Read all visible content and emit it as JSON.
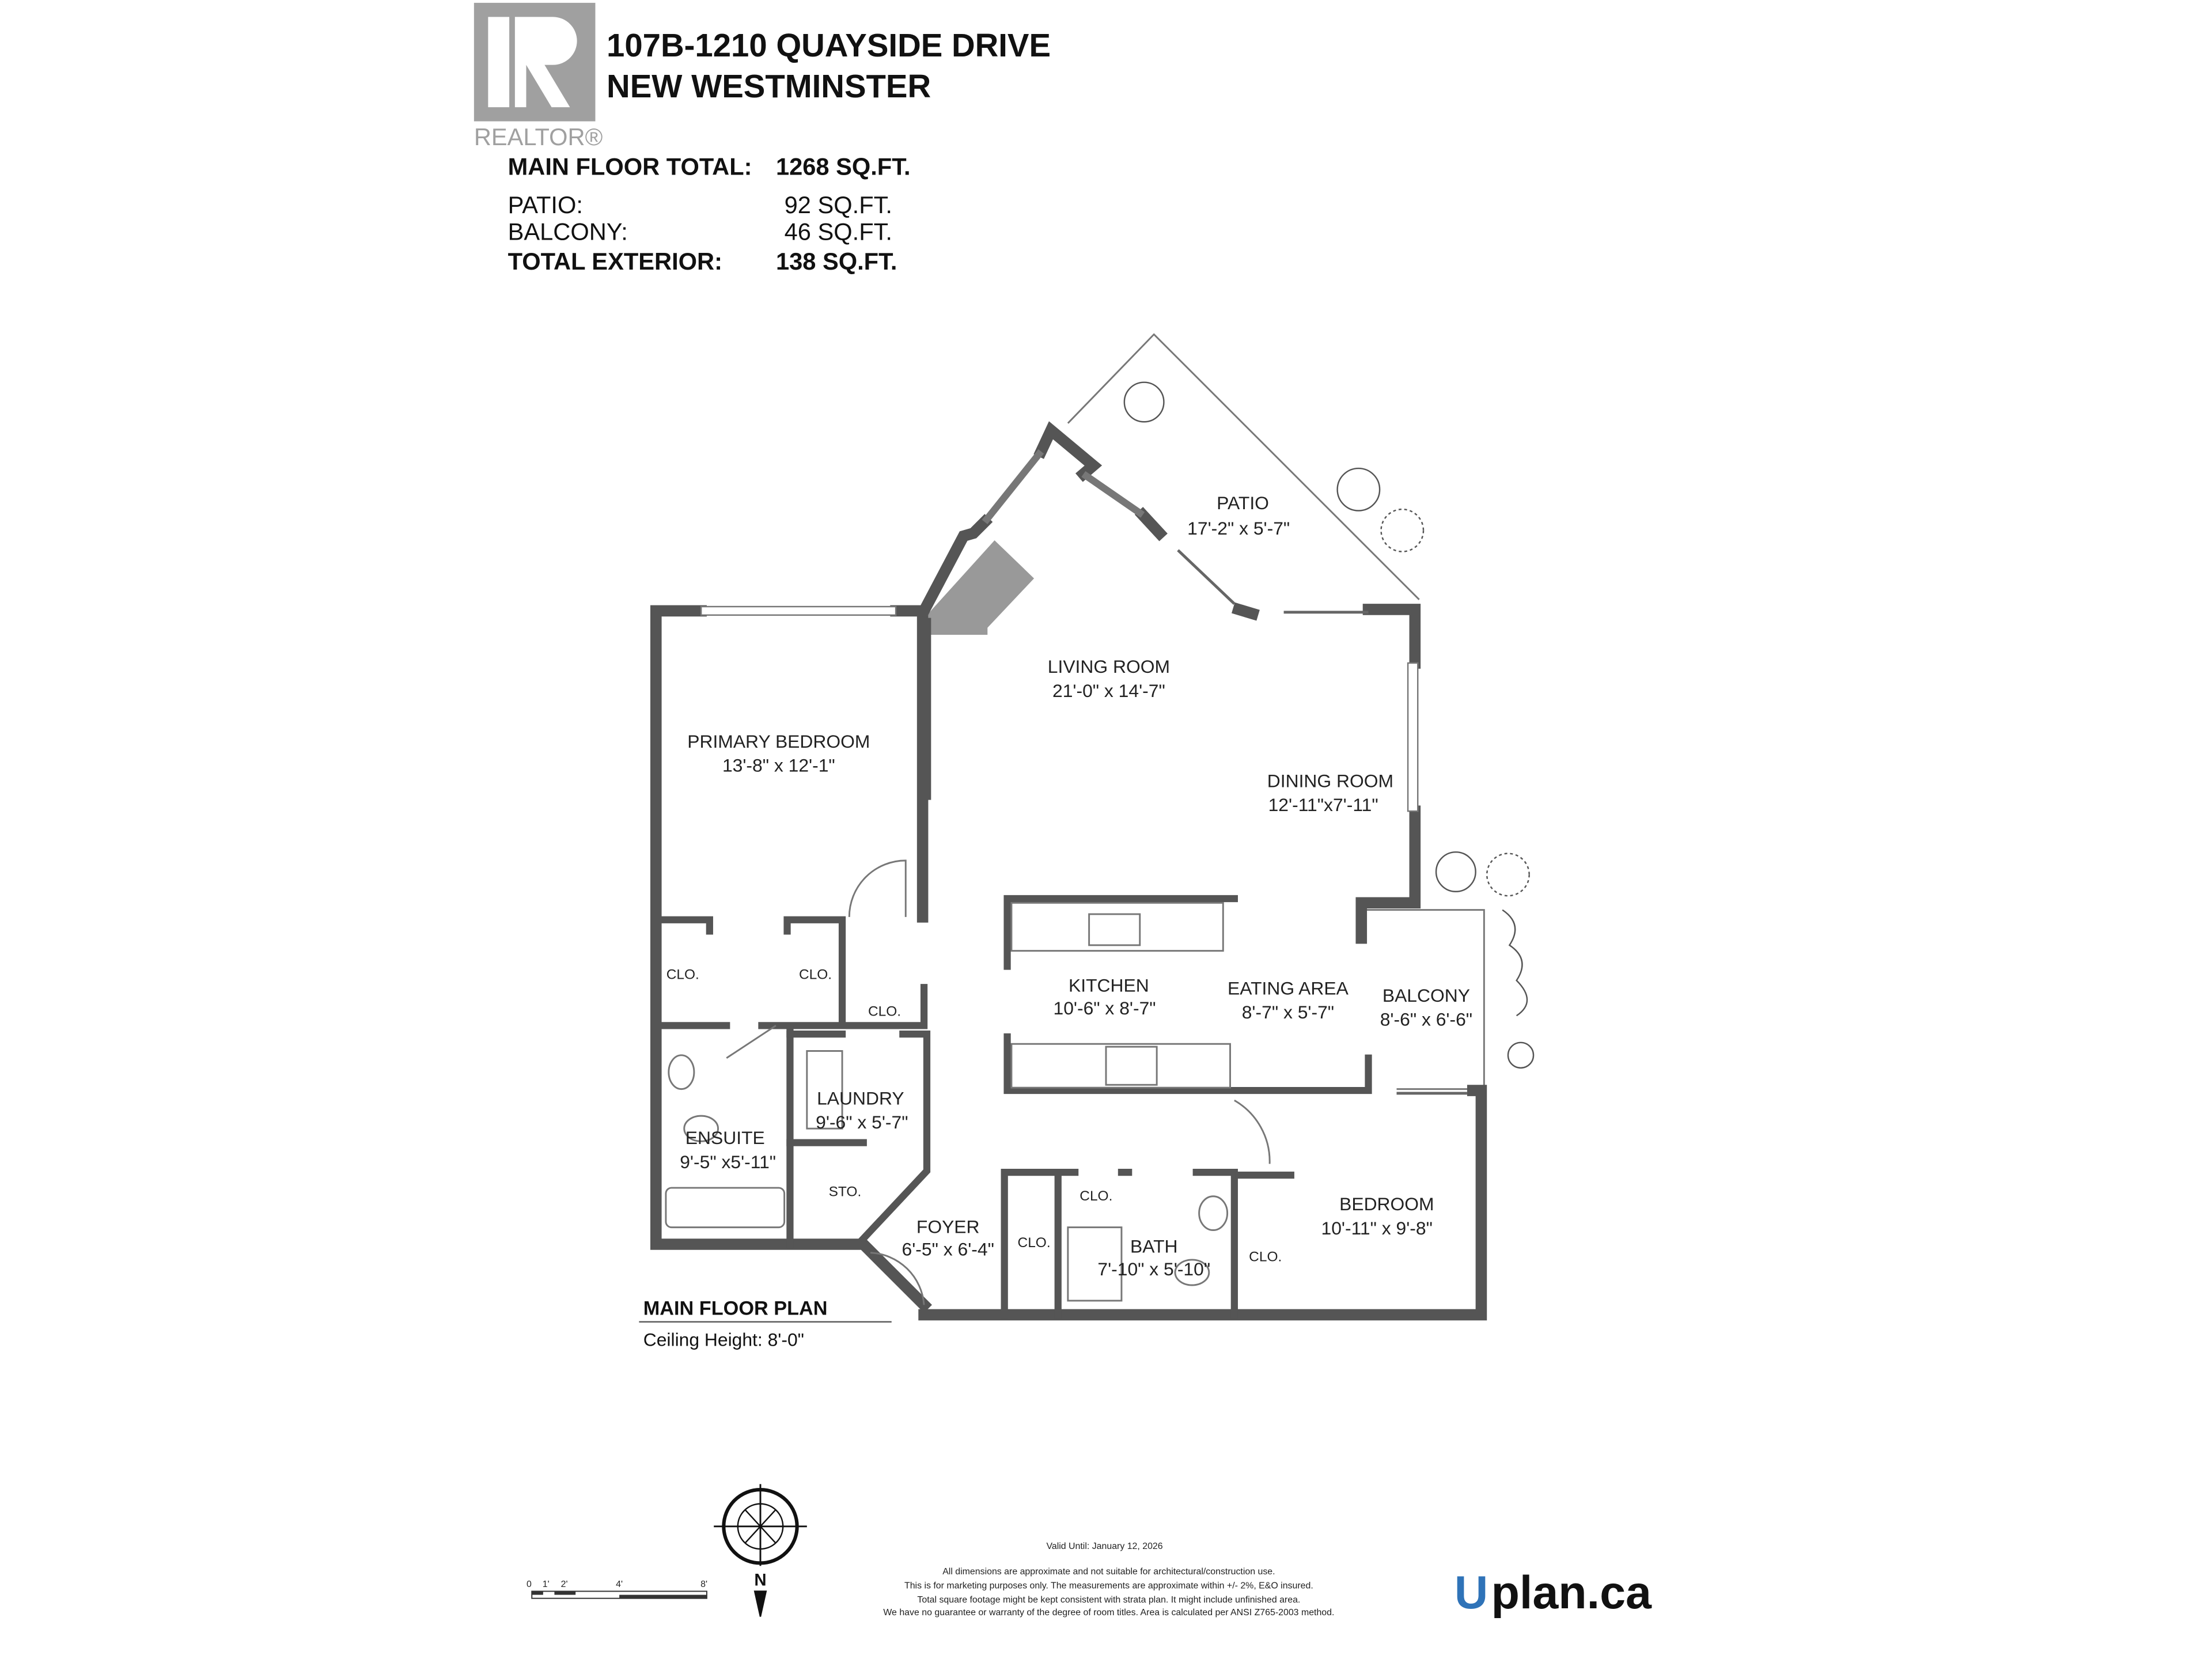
{
  "header": {
    "address_line1": "107B-1210 QUAYSIDE DRIVE",
    "address_line2": "NEW WESTMINSTER",
    "realtor_logo_text": "REALTOR®",
    "main_floor_label": "MAIN FLOOR TOTAL:",
    "main_floor_value": "1268 SQ.FT.",
    "patio_label": "PATIO:",
    "patio_value": "92 SQ.FT.",
    "balcony_label": "BALCONY:",
    "balcony_value": "46 SQ.FT.",
    "total_exterior_label": "TOTAL EXTERIOR:",
    "total_exterior_value": "138 SQ.FT."
  },
  "rooms": [
    {
      "name": "PATIO",
      "dims": "17'-2\" x  5'-7\""
    },
    {
      "name": "LIVING ROOM",
      "dims": "21'-0\" x 14'-7\""
    },
    {
      "name": "PRIMARY BEDROOM",
      "dims": "13'-8\" x 12'-1\""
    },
    {
      "name": "DINING ROOM",
      "dims": "12'-11\"x7'-11\""
    },
    {
      "name": "KITCHEN",
      "dims": "10'-6\" x 8'-7\""
    },
    {
      "name": "EATING AREA",
      "dims": "8'-7\" x 5'-7\""
    },
    {
      "name": "BALCONY",
      "dims": "8'-6\" x 6'-6\""
    },
    {
      "name": "LAUNDRY",
      "dims": "9'-6\" x 5'-7\""
    },
    {
      "name": "ENSUITE",
      "dims": "9'-5\" x5'-11\""
    },
    {
      "name": "FOYER",
      "dims": "6'-5\" x 6'-4\""
    },
    {
      "name": "BATH",
      "dims": "7'-10\" x 5'-10\""
    },
    {
      "name": "BEDROOM",
      "dims": "10'-11\" x 9'-8\""
    }
  ],
  "small_labels": {
    "closet": "CLO.",
    "storage": "STO."
  },
  "plan": {
    "title": "MAIN FLOOR PLAN",
    "ceiling_height": "Ceiling Height: 8'-0\""
  },
  "footer": {
    "valid_until": "Valid Until: January 12, 2026",
    "disclaimer": [
      "All dimensions are approximate and not suitable for architectural/construction use.",
      "This is for marketing purposes only. The measurements are approximate within +/- 2%, E&O insured.",
      "Total square footage might be kept consistent with strata plan. It might include unfinished area.",
      "We have no guarantee or warranty of the degree of room titles. Area is calculated per ANSI Z765-2003 method."
    ],
    "scale_ticks": [
      "0",
      "1'",
      "2'",
      "4'",
      "8'"
    ],
    "compass_label": "N",
    "logo_u": "U",
    "logo_text": "plan.ca"
  },
  "colors": {
    "wall": "#555555",
    "logo_blue": "#2f73b8",
    "realtor_gray": "#9a9a9a"
  }
}
